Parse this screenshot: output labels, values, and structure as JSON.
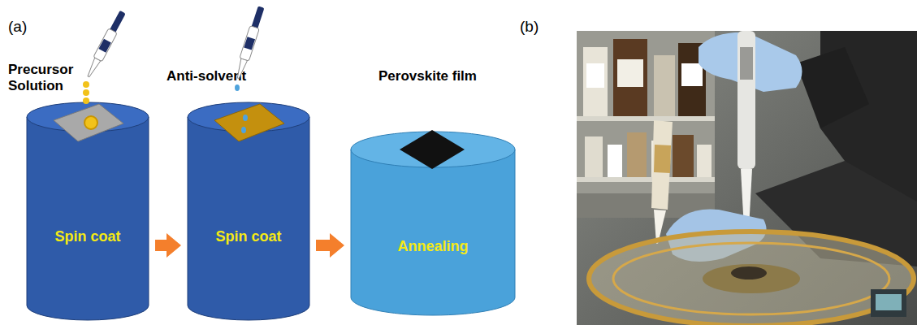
{
  "diagram": {
    "nodes": [
      {
        "text": [
          "Spin coat"
        ]
      },
      {
        "text": [
          "Spin coat"
        ]
      },
      {
        "text": [
          "Annealing"
        ]
      }
    ],
    "edges": [
      {
        "from": 0,
        "to": 1,
        "arrow": "to"
      },
      {
        "from": 1,
        "to": 2,
        "arrow": "to"
      }
    ],
    "labels": [
      "(a)",
      "Precursor Solution",
      "Anti-solvent",
      "Perovskite film",
      "(b)"
    ]
  }
}
